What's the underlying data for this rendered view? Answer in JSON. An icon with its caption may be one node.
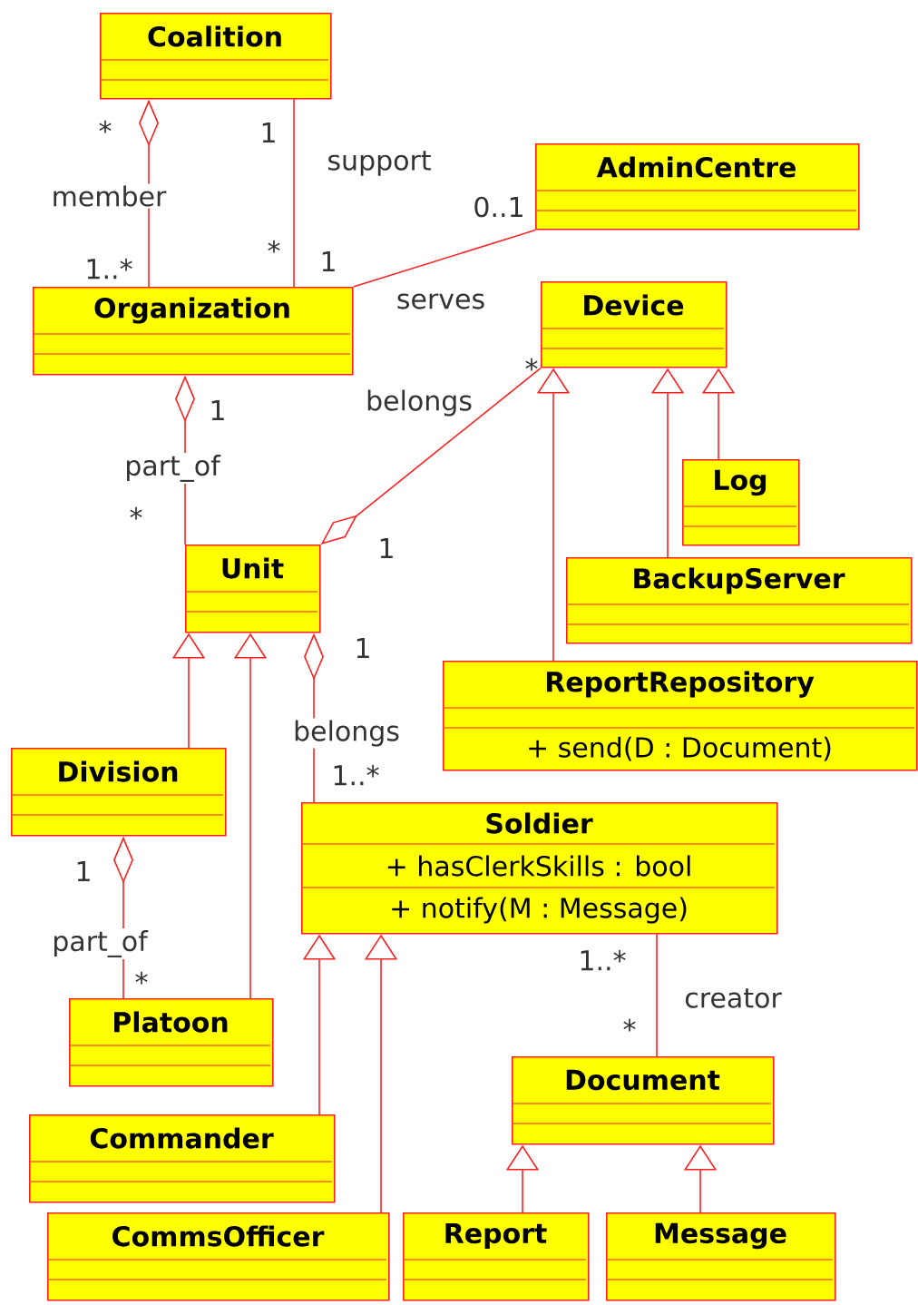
{
  "diagram": {
    "nodes": [
      {
        "text": [
          "Coalition"
        ]
      },
      {
        "text": [
          "AdminCentre"
        ]
      },
      {
        "text": [
          "Organization"
        ]
      },
      {
        "text": [
          "Device"
        ]
      },
      {
        "text": [
          "Unit"
        ]
      },
      {
        "text": [
          "Log"
        ]
      },
      {
        "text": [
          "BackupServer"
        ]
      },
      {
        "text": [
          "ReportRepository",
          "+ send(D : Document)"
        ]
      },
      {
        "text": [
          "Division"
        ]
      },
      {
        "text": [
          "Soldier",
          "+ hasClerkSkills : bool",
          "+ notify(M : Message)"
        ]
      },
      {
        "text": [
          "Platoon"
        ]
      },
      {
        "text": [
          "Commander"
        ]
      },
      {
        "text": [
          "Document"
        ]
      },
      {
        "text": [
          "CommsOfficer"
        ]
      },
      {
        "text": [
          "Report"
        ]
      },
      {
        "text": [
          "Message"
        ]
      }
    ],
    "edges": [
      {
        "from": 2,
        "to": 0,
        "arrow": "other",
        "label": "member"
      },
      {
        "from": 0,
        "to": 2,
        "arrow": "none",
        "label": "support"
      },
      {
        "from": 1,
        "to": 2,
        "arrow": "none",
        "label": "serves"
      },
      {
        "from": 4,
        "to": 2,
        "arrow": "other",
        "label": "part_of"
      },
      {
        "from": 3,
        "to": 4,
        "arrow": "other",
        "label": "belongs"
      },
      {
        "from": 7,
        "to": 3,
        "arrow": "to"
      },
      {
        "from": 6,
        "to": 3,
        "arrow": "to"
      },
      {
        "from": 5,
        "to": 3,
        "arrow": "to"
      },
      {
        "from": 9,
        "to": 4,
        "arrow": "other",
        "label": "belongs"
      },
      {
        "from": 8,
        "to": 4,
        "arrow": "to"
      },
      {
        "from": 10,
        "to": 4,
        "arrow": "to"
      },
      {
        "from": 10,
        "to": 8,
        "arrow": "other",
        "label": "part_of"
      },
      {
        "from": 11,
        "to": 9,
        "arrow": "to"
      },
      {
        "from": 13,
        "to": 9,
        "arrow": "to"
      },
      {
        "from": 9,
        "to": 12,
        "arrow": "none",
        "label": "creator"
      },
      {
        "from": 14,
        "to": 12,
        "arrow": "to"
      },
      {
        "from": 15,
        "to": 12,
        "arrow": "to"
      }
    ],
    "labels": [
      "*",
      "1",
      "0..1",
      "1..*",
      "*",
      "1",
      "*",
      "1",
      "*",
      "1",
      "1",
      "1..*",
      "1",
      "*",
      "1..*",
      "*"
    ]
  }
}
